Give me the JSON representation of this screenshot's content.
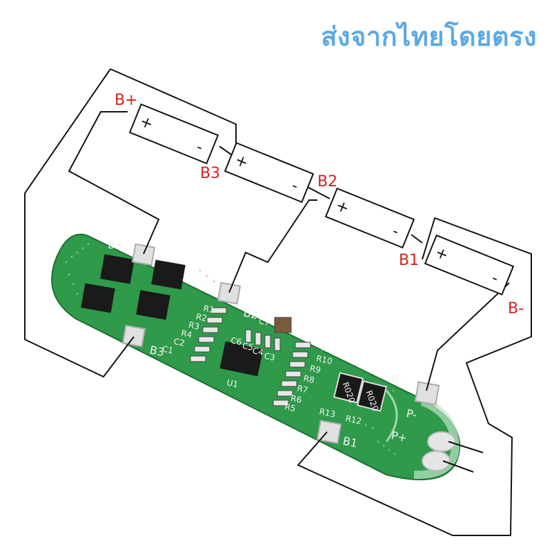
{
  "banner": {
    "text": "ส่งจากไทยโดยตรง",
    "color": "#5aa9e6"
  },
  "cells": [
    {
      "id": "cell-1",
      "plus": "+",
      "minus": "-"
    },
    {
      "id": "cell-2",
      "plus": "+",
      "minus": "-"
    },
    {
      "id": "cell-3",
      "plus": "+",
      "minus": "-"
    },
    {
      "id": "cell-4",
      "plus": "+",
      "minus": "-"
    }
  ],
  "terminal_labels": {
    "b_plus": "B+",
    "b3": "B3",
    "b2": "B2",
    "b1": "B1",
    "b_minus": "B-",
    "color": "#d42020"
  },
  "board": {
    "color": "#2e9a4a",
    "pads": {
      "b_plus": "B+",
      "b3": "B3",
      "b2": "B2",
      "b1": "B1",
      "b_minus": "B-",
      "p_minus": "P-",
      "p_plus": "P+"
    },
    "resistors_left": [
      "R1",
      "R2",
      "R3",
      "R4",
      "C2",
      "C1"
    ],
    "resistors_mid": [
      "R11",
      "R10",
      "R9",
      "R8",
      "R7",
      "R6",
      "R5"
    ],
    "capacitors": [
      "C7",
      "C6",
      "C5",
      "C4",
      "C3"
    ],
    "ic_label": "U1",
    "shunts": [
      "R020",
      "R020"
    ],
    "shunt_labels": [
      "R13",
      "R12"
    ]
  }
}
